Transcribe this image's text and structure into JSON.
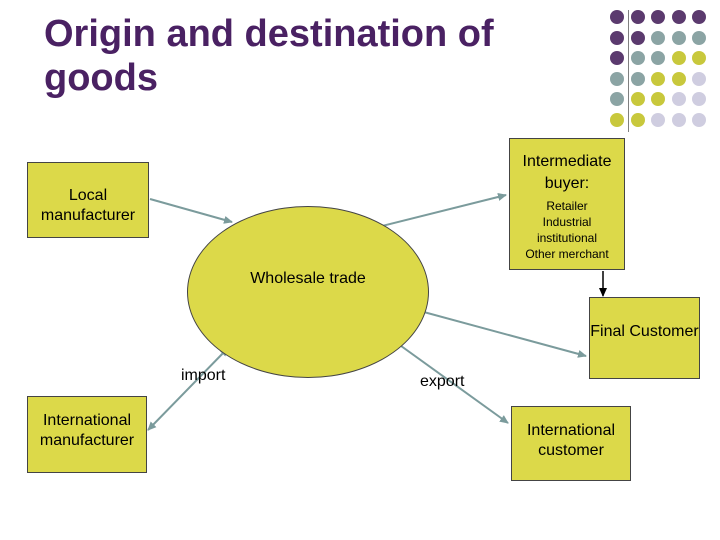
{
  "title": "Origin and destination of goods",
  "nodes": {
    "local_manufacturer": "Local manufacturer",
    "intermediate_buyer": {
      "title": "Intermediate buyer:",
      "items": [
        "Retailer",
        "Industrial",
        "institutional",
        "Other merchant"
      ]
    },
    "wholesale_trade": "Wholesale trade",
    "final_customer": "Final Customer",
    "international_manufacturer": "International manufacturer",
    "international_customer": "International customer"
  },
  "flow_labels": {
    "import": "import",
    "export": "export"
  },
  "colors": {
    "title": "#4a2163",
    "node_fill": "#dcd949",
    "arrow": "#7b9b9c",
    "dot_purple": "#5b3a6e",
    "dot_teal": "#8ba4a4",
    "dot_yellow": "#c8c83c",
    "dot_lavender": "#cfcde0"
  }
}
